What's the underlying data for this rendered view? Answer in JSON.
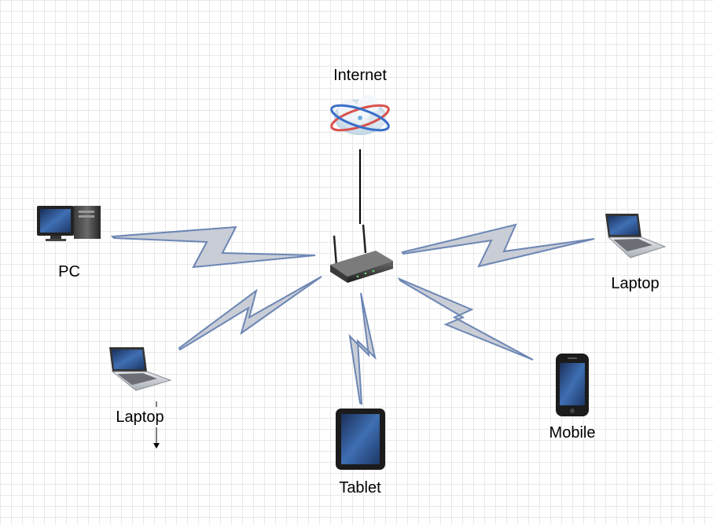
{
  "diagram": {
    "labels": {
      "internet": "Internet",
      "pc": "PC",
      "laptop_right": "Laptop",
      "laptop_left": "Laptop",
      "tablet": "Tablet",
      "mobile": "Mobile"
    },
    "icons": {
      "internet": "internet-cloud-icon",
      "router": "wireless-router-icon",
      "pc": "desktop-pc-icon",
      "laptop": "laptop-icon",
      "tablet": "tablet-icon",
      "mobile": "mobile-phone-icon"
    },
    "colors": {
      "bolt_fill": "#c9cdd6",
      "bolt_stroke": "#6c86b4",
      "wire": "#000000",
      "screen": "#2a4f86"
    }
  }
}
